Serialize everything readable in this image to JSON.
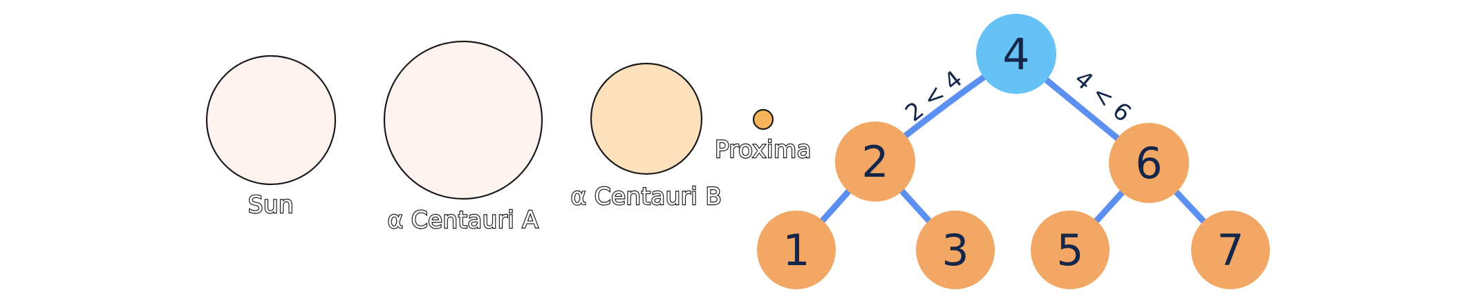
{
  "stars": [
    {
      "id": "sun",
      "label": "Sun",
      "fill": "#fff3f0"
    },
    {
      "id": "alpha-a",
      "label": "α Centauri A",
      "fill": "#fff3f0"
    },
    {
      "id": "alpha-b",
      "label": "α Centauri B",
      "fill": "#fde0bc"
    },
    {
      "id": "proxima",
      "label": "Proxima",
      "fill": "#f6b35a"
    }
  ],
  "tree": {
    "root": {
      "value": "4",
      "fill": "#66c2f4"
    },
    "nodes": [
      {
        "id": "n2",
        "value": "2",
        "fill": "#f2a864"
      },
      {
        "id": "n6",
        "value": "6",
        "fill": "#f2a864"
      },
      {
        "id": "n1",
        "value": "1",
        "fill": "#f2a864"
      },
      {
        "id": "n3",
        "value": "3",
        "fill": "#f2a864"
      },
      {
        "id": "n5",
        "value": "5",
        "fill": "#f2a864"
      },
      {
        "id": "n7",
        "value": "7",
        "fill": "#f2a864"
      }
    ],
    "edge_color": "#5b8ff0",
    "edge_labels": {
      "left": "2 < 4",
      "right": "4 < 6"
    }
  }
}
